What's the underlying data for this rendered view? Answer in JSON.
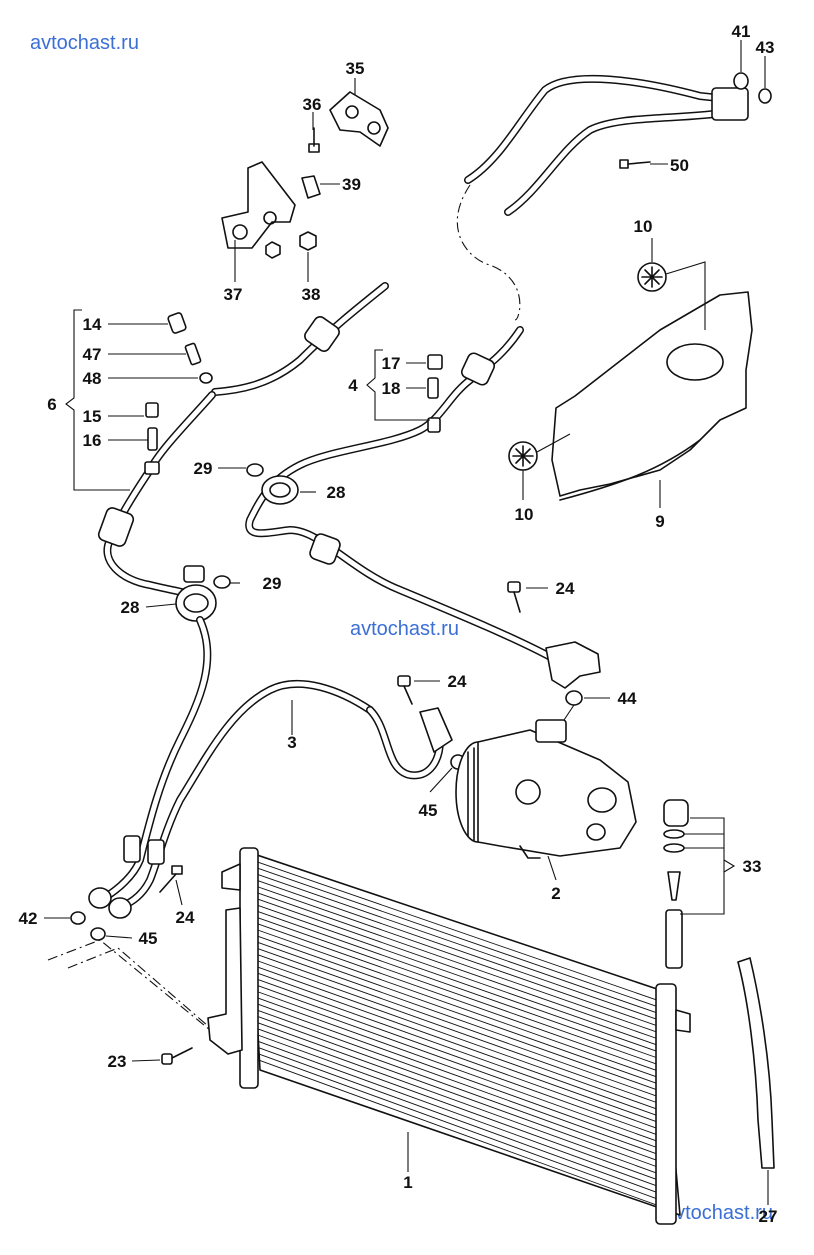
{
  "watermarks": [
    "avtochast.ru",
    "avtochast.ru",
    "avtochast.ru"
  ],
  "callouts": {
    "c41": "41",
    "c43": "43",
    "c35": "35",
    "c36": "36",
    "c39": "39",
    "c50": "50",
    "c37": "37",
    "c38": "38",
    "c10a": "10",
    "c10b": "10",
    "c9": "9",
    "c14": "14",
    "c47": "47",
    "c48": "48",
    "c6": "6",
    "c15": "15",
    "c16": "16",
    "c17": "17",
    "c18": "18",
    "c4": "4",
    "c29a": "29",
    "c28a": "28",
    "c29b": "29",
    "c28b": "28",
    "c24a": "24",
    "c24b": "24",
    "c44": "44",
    "c3": "3",
    "c45a": "45",
    "c2": "2",
    "c33": "33",
    "c24c": "24",
    "c42": "42",
    "c45b": "45",
    "c23": "23",
    "c1": "1",
    "c27": "27"
  }
}
